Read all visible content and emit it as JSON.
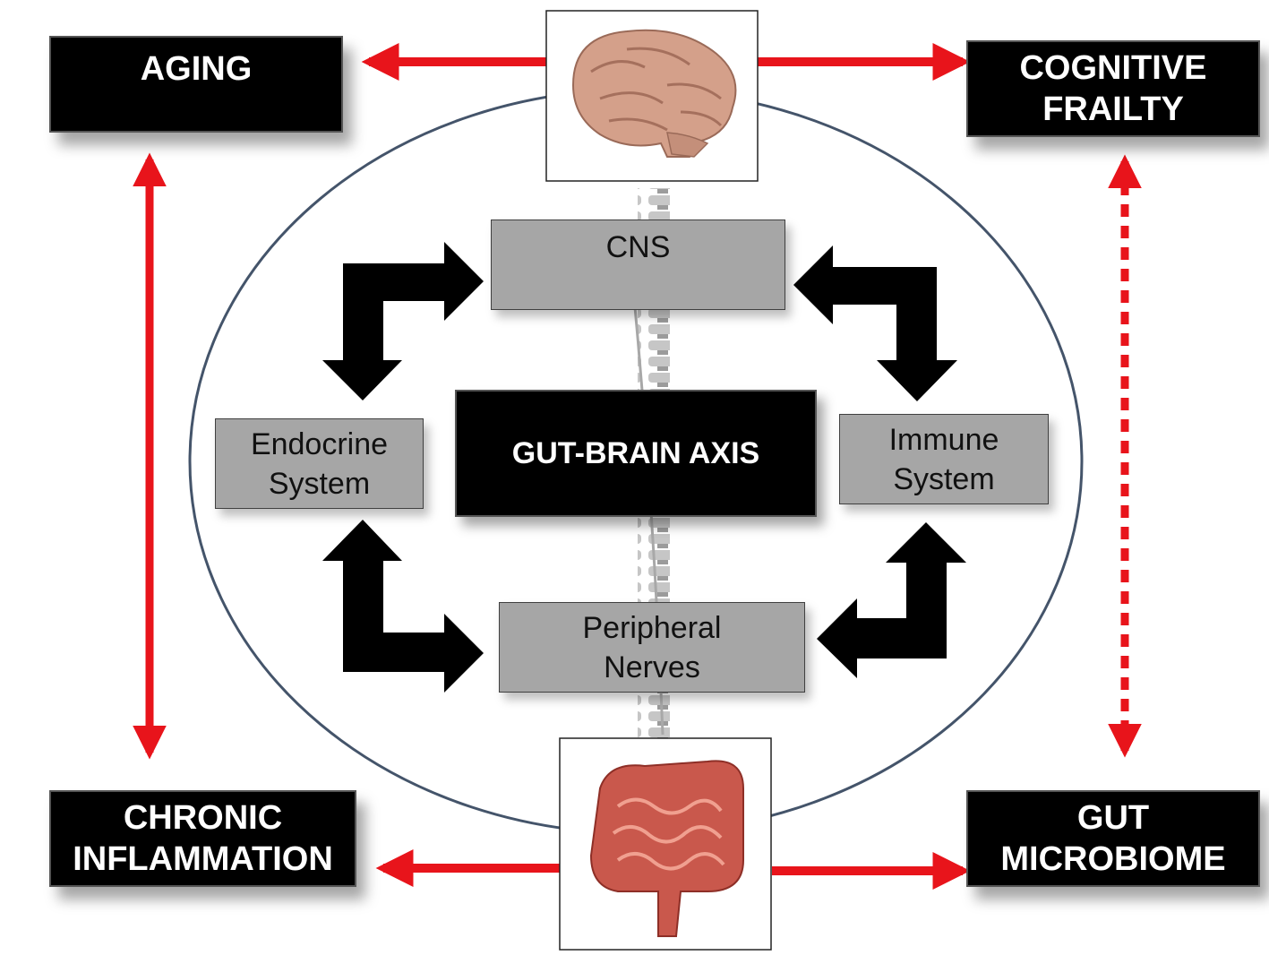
{
  "outer_nodes": {
    "aging": "AGING",
    "cognitive_frailty_1": "COGNITIVE",
    "cognitive_frailty_2": "FRAILTY",
    "chronic_inflammation_1": "CHRONIC",
    "chronic_inflammation_2": "INFLAMMATION",
    "gut_microbiome_1": "GUT",
    "gut_microbiome_2": "MICROBIOME"
  },
  "inner_nodes": {
    "cns": "CNS",
    "endocrine_1": "Endocrine",
    "endocrine_2": "System",
    "immune_1": "Immune",
    "immune_2": "System",
    "peripheral_1": "Peripheral",
    "peripheral_2": "Nerves"
  },
  "center": "GUT-BRAIN AXIS",
  "colors": {
    "red_arrow": "#e8141b",
    "black_box": "#000000",
    "gray_box": "#a6a6a6",
    "ellipse_stroke": "#44546a",
    "brain": "#d4a08a",
    "intestine": "#c9584c"
  },
  "icons": [
    "brain-illustration",
    "intestine-illustration",
    "spine-illustration"
  ]
}
